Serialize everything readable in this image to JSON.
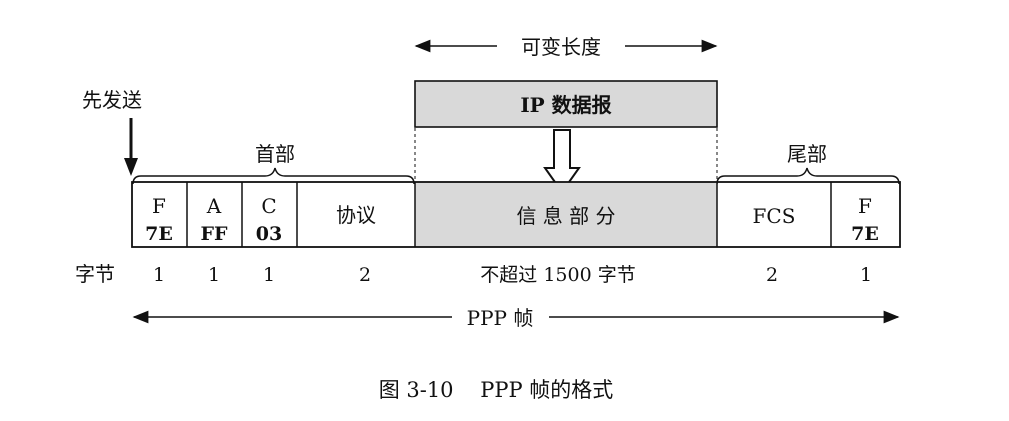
{
  "top": {
    "variable_length": "可变长度",
    "ip_datagram": "IP 数据报"
  },
  "labels": {
    "send_first": "先发送",
    "header": "首部",
    "trailer": "尾部",
    "bytes": "字节"
  },
  "fields": {
    "flag1": {
      "name": "F",
      "value": "7E"
    },
    "address": {
      "name": "A",
      "value": "FF"
    },
    "control": {
      "name": "C",
      "value": "03"
    },
    "protocol": {
      "name": "协议"
    },
    "info": {
      "name": "信 息 部 分"
    },
    "fcs": {
      "name": "FCS"
    },
    "flag2": {
      "name": "F",
      "value": "7E"
    }
  },
  "sizes": [
    "1",
    "1",
    "1",
    "2",
    "不超过 1500 字节",
    "2",
    "1"
  ],
  "frame_label": "PPP 帧",
  "caption": "图 3-10    PPP 帧的格式",
  "colors": {
    "shade": "#d9d9d9",
    "line": "#111111"
  }
}
